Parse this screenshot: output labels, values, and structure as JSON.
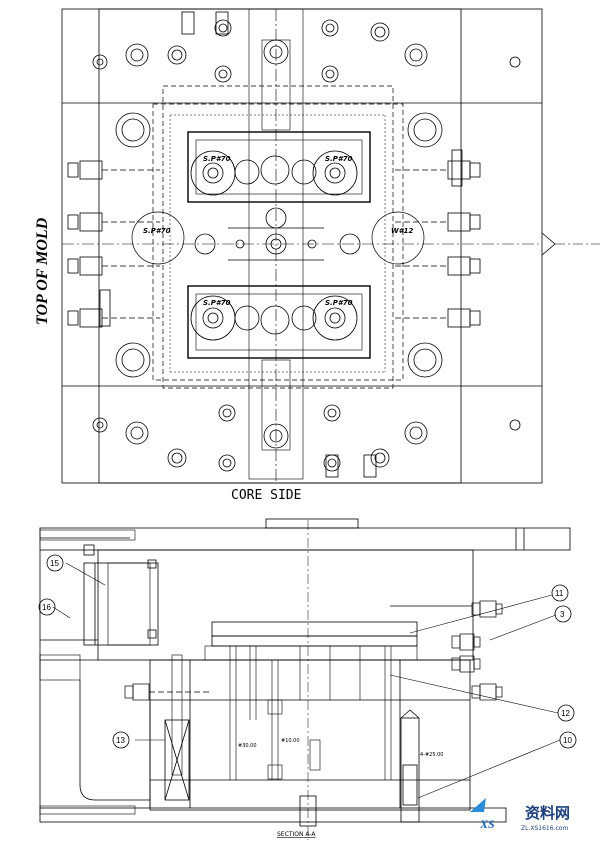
{
  "top_view": {
    "side_title": "TOP OF MOLD",
    "view_caption": "CORE SIDE",
    "sprue_labels": [
      "S.P#70",
      "S.P#70",
      "S.P#70",
      "S.P#70"
    ],
    "side_left_label": "S.P#70",
    "side_right_label": "W#12"
  },
  "section_view": {
    "caption": "SECTION A-A",
    "dim_labels": [
      "#30.00",
      "#10.00",
      "4-#25.00"
    ],
    "balloons": [
      "15",
      "16",
      "11",
      "3",
      "12",
      "13",
      "10"
    ]
  },
  "watermark": {
    "brand": "资料网",
    "url": "ZL.XS1616.com",
    "logo_letters": "XS"
  },
  "colors": {
    "line": "#000000",
    "watermark": "#ff6a6a",
    "watermark_blue": "#1b64b8"
  }
}
